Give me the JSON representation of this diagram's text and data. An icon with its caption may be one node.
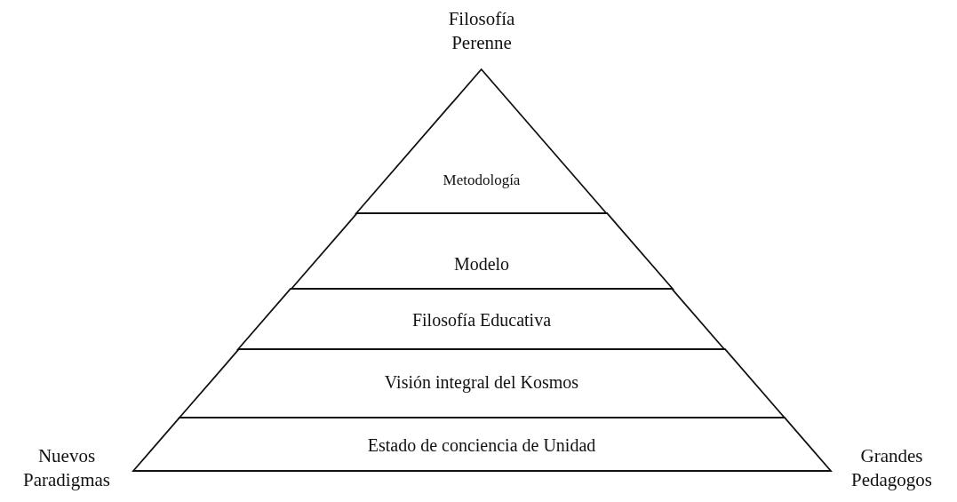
{
  "diagram": {
    "nodes": [
      {
        "text": [
          "Metodología"
        ]
      },
      {
        "text": [
          "Modelo"
        ]
      },
      {
        "text": [
          "Filosofía Educativa"
        ]
      },
      {
        "text": [
          "Visión integral del Kosmos"
        ]
      },
      {
        "text": [
          "Estado de conciencia de Unidad"
        ]
      }
    ],
    "labels": [
      "Filosofía Perenne",
      "Nuevos Paradigmas",
      "Grandes Pedagogos"
    ]
  }
}
